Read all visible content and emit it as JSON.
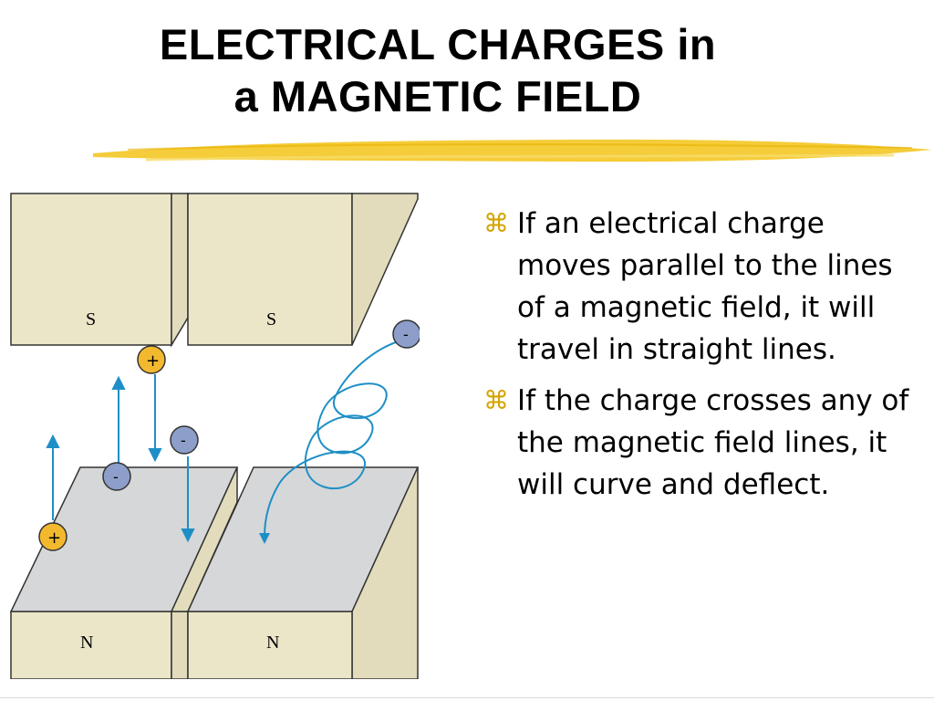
{
  "slide": {
    "title_line1": "ELECTRICAL CHARGES in",
    "title_line2": "a MAGNETIC FIELD",
    "bullet_symbol": "⌘",
    "bullets": [
      "If an electrical charge moves parallel to the lines of a magnetic field, it will travel in straight lines.",
      "If the charge crosses any of the magnetic field lines, it will curve and deflect."
    ]
  },
  "diagram": {
    "pole_top_left": "S",
    "pole_top_right": "S",
    "pole_bottom_left": "N",
    "pole_bottom_right": "N",
    "positive_symbol": "+",
    "negative_symbol": "-",
    "colors": {
      "magnet_face": "#ece6c9",
      "magnet_side": "#e2dcbc",
      "magnet_top": "#d6d7d9",
      "positive_charge": "#f3b92e",
      "negative_charge": "#8c9ec9",
      "field_arrow": "#1e8fc6",
      "highlight_stroke": "#f0c020"
    }
  }
}
